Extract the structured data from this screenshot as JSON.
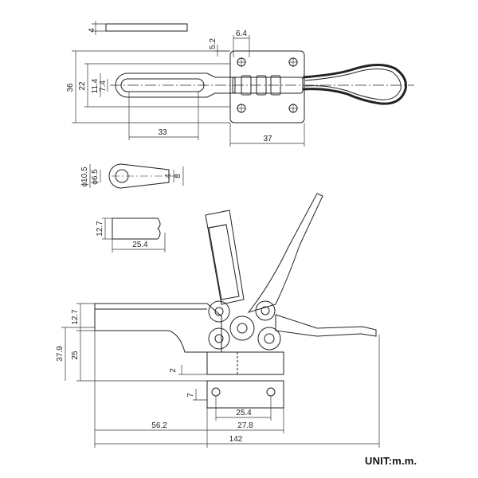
{
  "dimensions": {
    "top_thickness": "4",
    "hole_spacing": "6.4",
    "hole_offset": "5.2",
    "overall_height": "36",
    "inner_height": "22",
    "slot_height_outer": "11.4",
    "slot_height_inner": "7.4",
    "slot_length": "33",
    "base_length_top": "37",
    "eye_outer_dia": "ϕ10.5",
    "eye_inner_dia": "ϕ6.5",
    "bar_thickness": "4",
    "bar_width": "8",
    "arm_height": "12.7",
    "arm_length": "25.4",
    "side_top_height": "12.7",
    "side_mid_height": "25",
    "side_total_height": "37.9",
    "base_thickness": "2",
    "hole_edge": "7",
    "base_hole_spacing": "25.4",
    "base_width": "27.8",
    "arm_reach": "56.2",
    "overall_length": "142"
  },
  "unit_label": "UNIT:m.m."
}
